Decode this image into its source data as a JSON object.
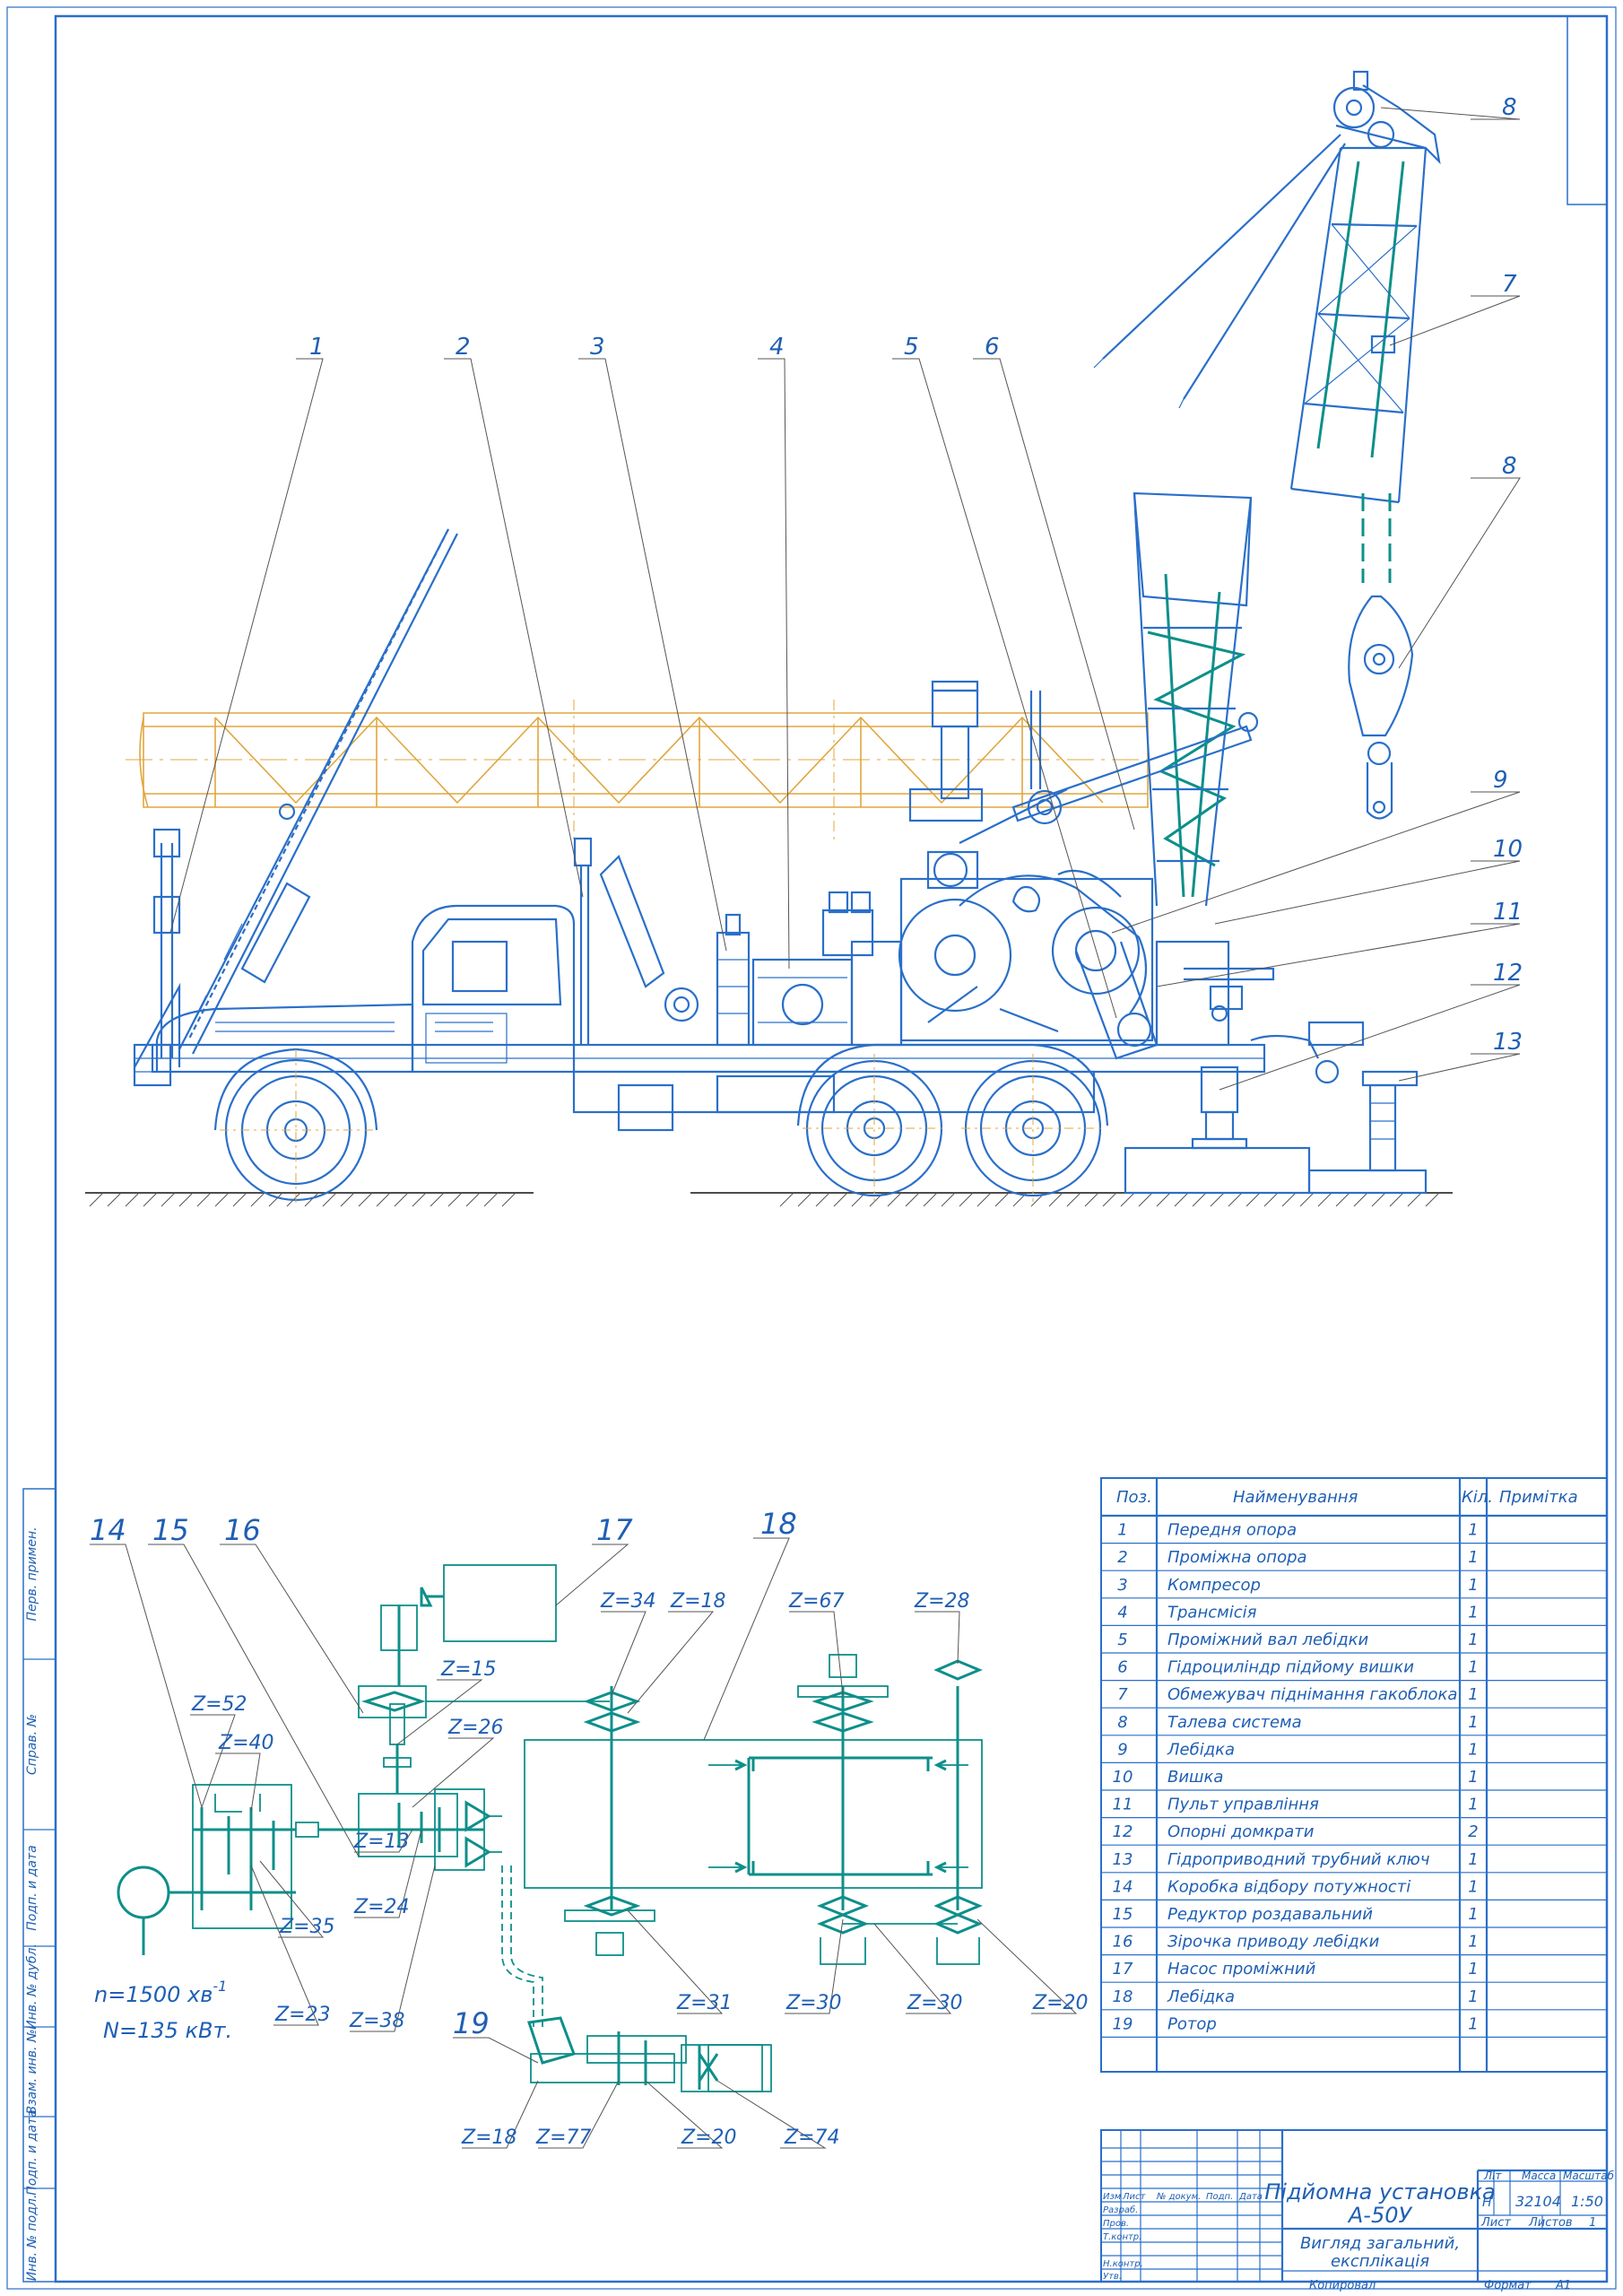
{
  "callouts_top": [
    "1",
    "2",
    "3",
    "4",
    "5",
    "6",
    "7",
    "8",
    "8",
    "9",
    "10",
    "11",
    "12",
    "13"
  ],
  "scheme": {
    "callouts": [
      "14",
      "15",
      "16",
      "17",
      "18",
      "19"
    ],
    "gear_labels": [
      "Z=52",
      "Z=40",
      "Z=15",
      "Z=26",
      "Z=13",
      "Z=24",
      "Z=35",
      "Z=23",
      "Z=38",
      "Z=34",
      "Z=18",
      "Z=67",
      "Z=28",
      "Z=31",
      "Z=30",
      "Z=30",
      "Z=20",
      "Z=18",
      "Z=77",
      "Z=20",
      "Z=74"
    ],
    "engine_speed": "n=1500 хв",
    "engine_speed_exp": "-1",
    "engine_power": "N=135 кВт."
  },
  "spec_table": {
    "headers": [
      "Поз.",
      "Найменування",
      "Кіл.",
      "Примітка"
    ],
    "rows": [
      [
        "1",
        "Передня опора",
        "1"
      ],
      [
        "2",
        "Проміжна опора",
        "1"
      ],
      [
        "3",
        "Компресор",
        "1"
      ],
      [
        "4",
        "Трансмісія",
        "1"
      ],
      [
        "5",
        "Проміжний вал лебідки",
        "1"
      ],
      [
        "6",
        "Гідроциліндр підйому вишки",
        "1"
      ],
      [
        "7",
        "Обмежувач піднімання гакоблока",
        "1"
      ],
      [
        "8",
        "Талева система",
        "1"
      ],
      [
        "9",
        "Лебідка",
        "1"
      ],
      [
        "10",
        "Вишка",
        "1"
      ],
      [
        "11",
        "Пульт управління",
        "1"
      ],
      [
        "12",
        "Опорні домкрати",
        "2"
      ],
      [
        "13",
        "Гідроприводний трубний ключ",
        "1"
      ],
      [
        "14",
        "Коробка відбору потужності",
        "1"
      ],
      [
        "15",
        "Редуктор роздавальний",
        "1"
      ],
      [
        "16",
        "Зірочка приводу лебідки",
        "1"
      ],
      [
        "17",
        "Насос проміжний",
        "1"
      ],
      [
        "18",
        "Лебідка",
        "1"
      ],
      [
        "19",
        "Ротор",
        "1"
      ]
    ]
  },
  "title_block": {
    "title_line1": "Підйомна установка",
    "title_line2": "А-50У",
    "subtitle_line1": "Вигляд загальний,",
    "subtitle_line2": "експлікація",
    "col_lit": "Літ",
    "col_mass": "Масса",
    "col_scale": "Масштаб",
    "lit_value": "Н",
    "mass_value": "32104",
    "scale_value": "1:50",
    "sheet_label": "Лист",
    "sheets_label": "Листов",
    "sheets_value": "1",
    "copy_label": "Копировал",
    "format_label": "Формат",
    "format_value": "А1",
    "row_labels": [
      "Изм",
      "Лист",
      "№ докум.",
      "Подп.",
      "Дата"
    ],
    "role_labels": [
      "Разраб.",
      "Пров.",
      "Т.контр.",
      "Н.контр.",
      "Утв."
    ]
  },
  "side_strip": [
    "Перв. примен.",
    "Справ. №",
    "Подп. и дата",
    "Инв. № дубл.",
    "Взам. инв. №",
    "Подп. и дата",
    "Инв. № подл."
  ],
  "colors": {
    "line": "#2a6fc9",
    "scheme": "#0e8f8a",
    "ghost": "#e0a63f"
  }
}
